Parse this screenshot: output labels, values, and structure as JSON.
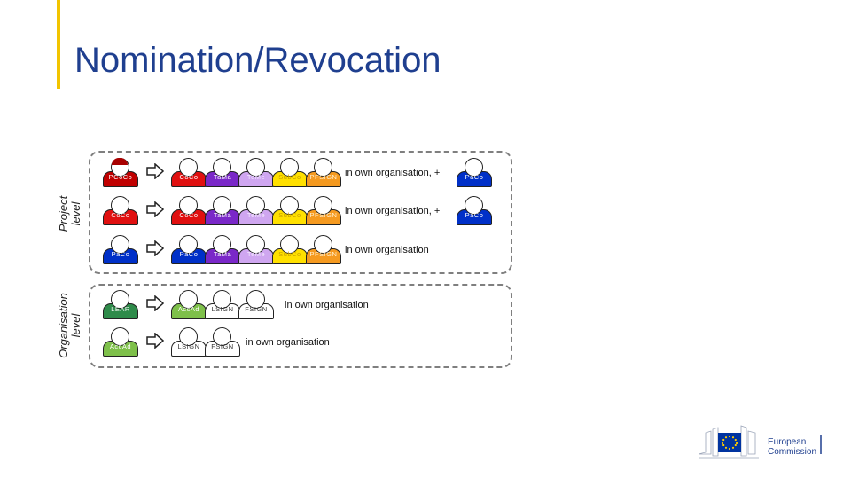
{
  "slide": {
    "title": "Nomination/Revocation"
  },
  "levels": {
    "project": "Project level",
    "organisation": "Organisation level"
  },
  "colors": {
    "PCoCo": "#c00000",
    "CoCo": "#e01010",
    "TaMa": "#7a28c8",
    "TeMe": "#cfa6f0",
    "SubCo": "#ffe000",
    "PFSIGN": "#f59a20",
    "PaCo": "#0030c8",
    "LEAR": "#2e8b4a",
    "AccAd": "#7ec04a",
    "LSIGN": "#ffffff",
    "FSIGN": "#ffffff"
  },
  "rows": [
    {
      "source": "PCoCo",
      "source_has_hair": true,
      "targets": [
        "CoCo",
        "TaMa",
        "TeMe",
        "SubCo",
        "PFSIGN"
      ],
      "note": "in own organisation, +",
      "extra": "PaCo"
    },
    {
      "source": "CoCo",
      "targets": [
        "CoCo",
        "TaMa",
        "TeMe",
        "SubCo",
        "PFSIGN"
      ],
      "note": "in own organisation, +",
      "extra": "PaCo"
    },
    {
      "source": "PaCo",
      "targets": [
        "PaCo",
        "TaMa",
        "TeMe",
        "SubCo",
        "PFSIGN"
      ],
      "note": "in own organisation"
    },
    {
      "source": "LEAR",
      "targets": [
        "AccAd",
        "LSIGN",
        "FSIGN"
      ],
      "note": "in own organisation"
    },
    {
      "source": "AccAd",
      "targets": [
        "LSIGN",
        "FSIGN"
      ],
      "note": "in own organisation"
    }
  ],
  "footer": {
    "logo_line1": "European",
    "logo_line2": "Commission"
  }
}
